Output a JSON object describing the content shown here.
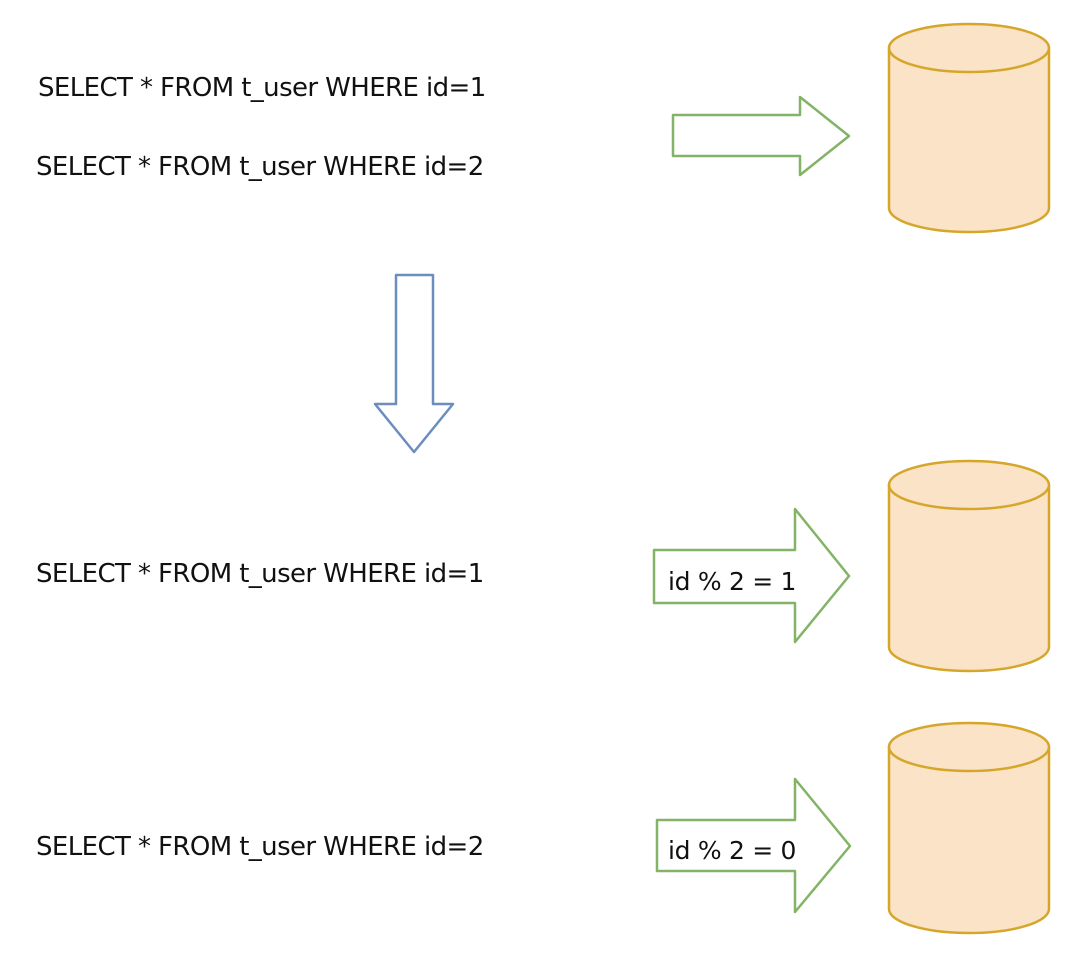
{
  "before": {
    "queries": [
      "SELECT * FROM t_user WHERE id=1",
      "SELECT * FROM t_user WHERE id=2"
    ]
  },
  "after": {
    "routes": [
      {
        "query": "SELECT * FROM t_user WHERE id=1",
        "condition": "id % 2 = 1"
      },
      {
        "query": "SELECT * FROM t_user WHERE id=2",
        "condition": "id % 2 = 0"
      }
    ]
  },
  "colors": {
    "database_fill": "#fae3c6",
    "database_stroke": "#d6a62b",
    "route_arrow_stroke": "#82b366",
    "transform_arrow_stroke": "#6c8ebf",
    "text": "#111111"
  }
}
